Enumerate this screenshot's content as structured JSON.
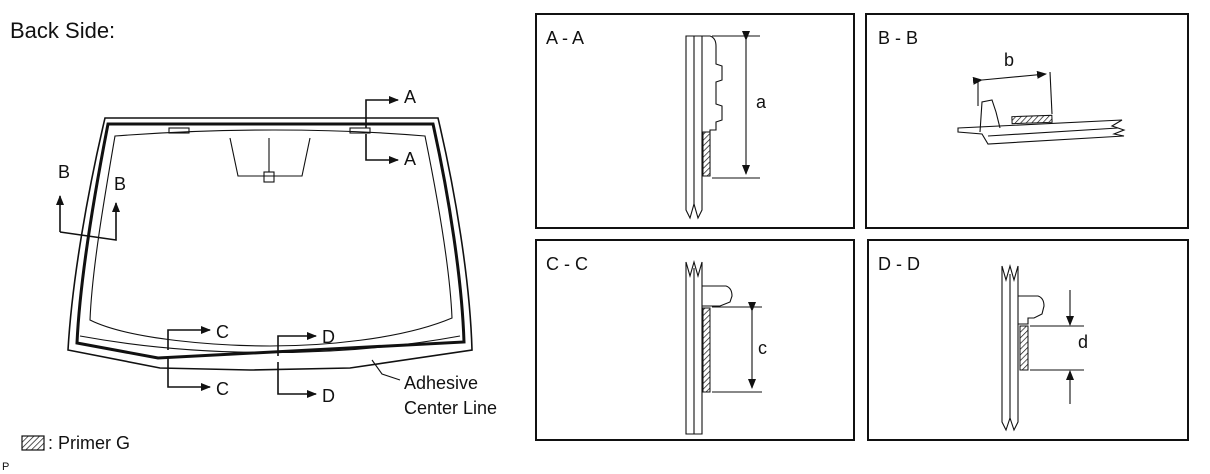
{
  "heading": "Back Side:",
  "callouts": {
    "a_top": "A",
    "a_bottom": "A",
    "b_left": "B",
    "b_right": "B",
    "c_top": "C",
    "c_bottom": "C",
    "d_top": "D",
    "d_bottom": "D"
  },
  "adhesive_label": {
    "line1": "Adhesive",
    "line2": "Center Line"
  },
  "legend": {
    "text": ": Primer G",
    "prefix": "P"
  },
  "sections": {
    "aa": {
      "title": "A - A",
      "dim": "a"
    },
    "bb": {
      "title": "B - B",
      "dim": "b"
    },
    "cc": {
      "title": "C - C",
      "dim": "c"
    },
    "dd": {
      "title": "D - D",
      "dim": "d"
    }
  },
  "colors": {
    "line": "#111111",
    "background": "#ffffff"
  }
}
